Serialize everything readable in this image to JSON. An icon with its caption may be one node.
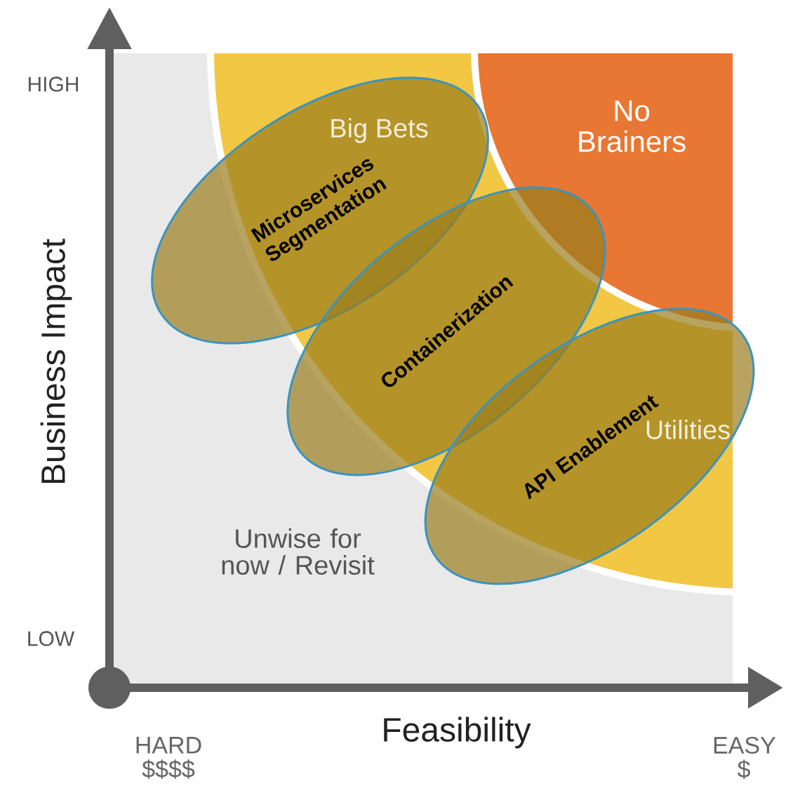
{
  "diagram": {
    "nodes": [
      {
        "text": [
          "Microservices Segmentation"
        ]
      },
      {
        "text": [
          "Containerization"
        ]
      },
      {
        "text": [
          "API Enablement"
        ]
      }
    ],
    "labels": [
      "HIGH",
      "Big Bets",
      "No Brainers",
      "Business Impact",
      "Utilities",
      "Unwise for now / Revisit",
      "LOW",
      "HARD $$$$",
      "Feasibility",
      "EASY $"
    ]
  }
}
